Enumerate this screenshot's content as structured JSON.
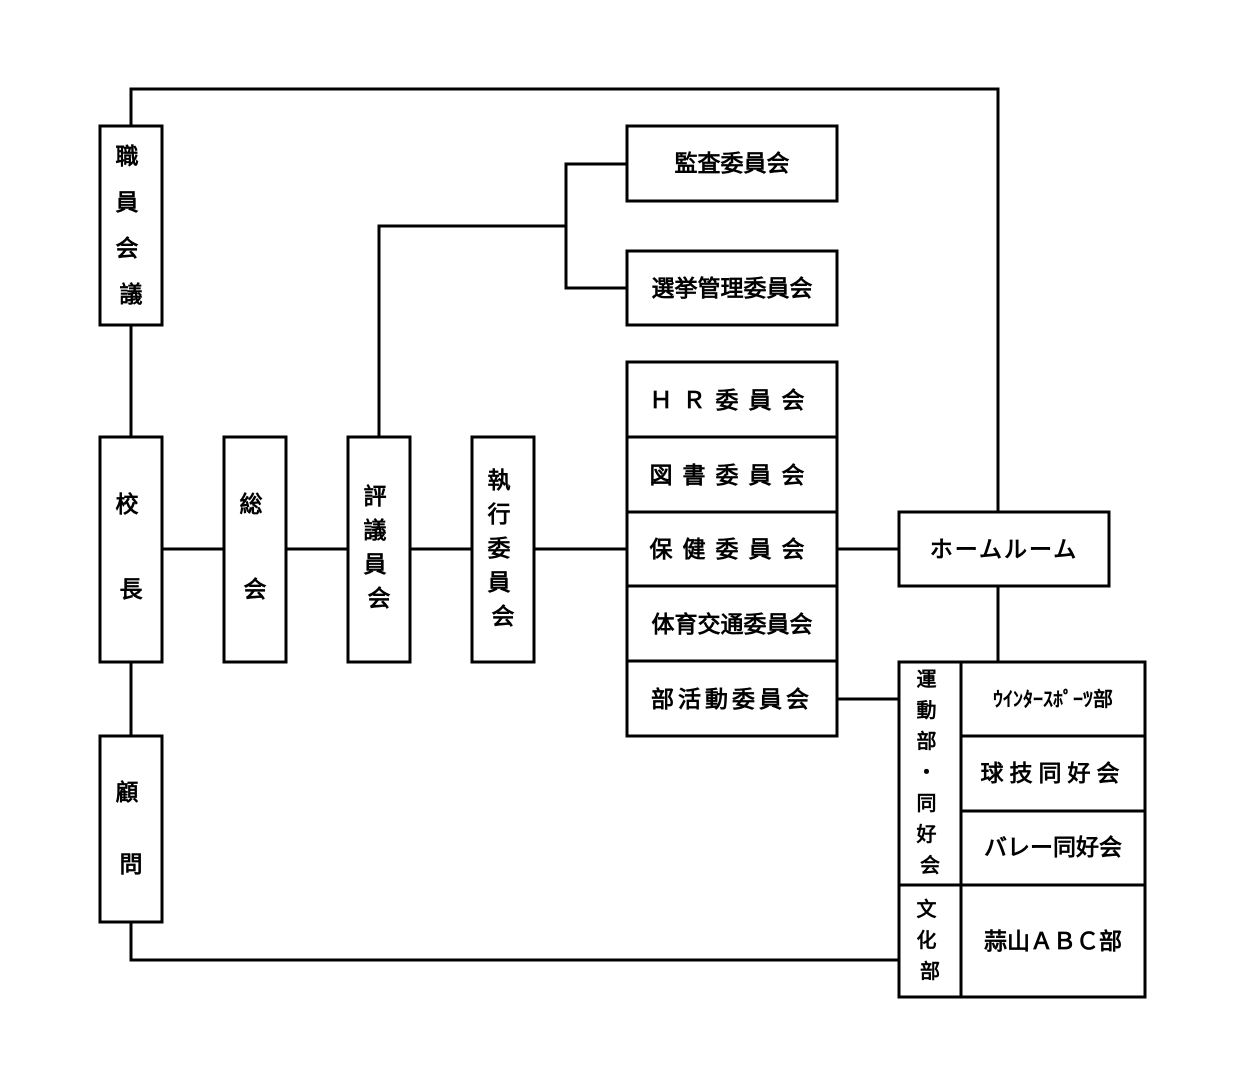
{
  "nodes": {
    "shokuin_kaigi": "職員会議",
    "kocho": "校長",
    "komon": "顧問",
    "sokai": "総会",
    "hyogiinkai": "評議員会",
    "shikko_iinkai": "執行委員会",
    "kansa_iinkai": "監査委員会",
    "senkyo_kanri_iinkai": "選挙管理委員会",
    "hr_iinkai": "ＨＲ委員会",
    "tosho_iinkai": "図書委員会",
    "hoken_iinkai": "保健委員会",
    "taiiku_kotsu_iinkai": "体育交通委員会",
    "bukatsudo_iinkai": "部活動委員会",
    "homeroom": "ホームルーム",
    "undobu_dokokai": "運動部・同好会",
    "bunkabu": "文化部",
    "winter_sports": "ｳｲﾝﾀｰｽﾎﾟｰﾂ部",
    "kyugi_dokokai": "球技同好会",
    "volley_dokokai": "バレー同好会",
    "hiruyama_abc": "蒜山ＡＢＣ部"
  },
  "edges": [
    [
      "shokuin_kaigi",
      "kocho"
    ],
    [
      "kocho",
      "komon"
    ],
    [
      "kocho",
      "sokai"
    ],
    [
      "sokai",
      "hyogiinkai"
    ],
    [
      "hyogiinkai",
      "shikko_iinkai"
    ],
    [
      "shikko_iinkai",
      "hoken_iinkai"
    ],
    [
      "hyogiinkai",
      "kansa_iinkai"
    ],
    [
      "hyogiinkai",
      "senkyo_kanri_iinkai"
    ],
    [
      "hoken_iinkai",
      "homeroom"
    ],
    [
      "bukatsudo_iinkai",
      "undobu_dokokai"
    ],
    [
      "homeroom",
      "undobu_dokokai"
    ],
    [
      "shokuin_kaigi",
      "homeroom"
    ],
    [
      "komon",
      "bunkabu"
    ]
  ]
}
